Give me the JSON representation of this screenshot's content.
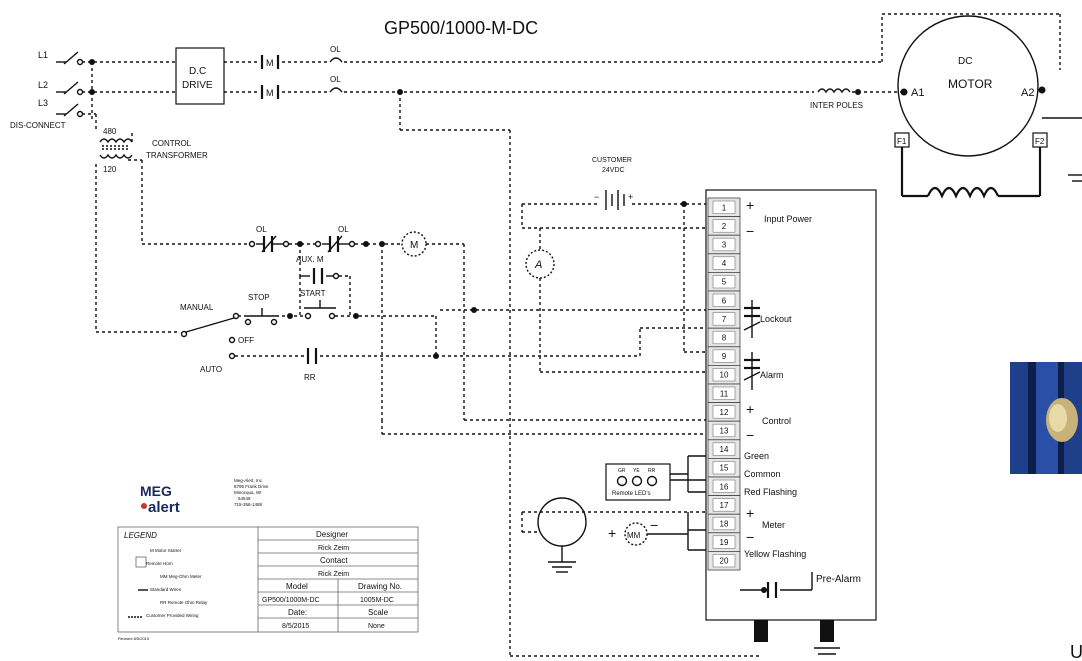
{
  "diagram": {
    "title": "GP500/1000-M-DC",
    "disconnect": {
      "lines": [
        "L1",
        "L2",
        "L3"
      ],
      "label": "DIS-CONNECT"
    },
    "drive": {
      "line1": "D.C",
      "line2": "DRIVE"
    },
    "contactor_label": "M",
    "overload_label": "OL",
    "motor": {
      "line1": "DC",
      "line2": "MOTOR",
      "terminal_a1": "A1",
      "terminal_a2": "A2",
      "field_f1": "F1",
      "field_f2": "F2"
    },
    "inter_poles": "INTER POLES",
    "transformer": {
      "primary": "480",
      "secondary": "120",
      "label1": "CONTROL",
      "label2": "TRANSFORMER"
    },
    "control_circuit": {
      "ol": "OL",
      "aux_m": "AUX. M",
      "start": "START",
      "stop": "STOP",
      "manual": "MANUAL",
      "off": "OFF",
      "auto": "AUTO",
      "rr": "RR",
      "motor_coil": "M",
      "ammeter": "A"
    },
    "customer_supply": {
      "line1": "CUSTOMER",
      "line2": "24VDC"
    },
    "terminals": [
      {
        "num": "1"
      },
      {
        "num": "2"
      },
      {
        "num": "3"
      },
      {
        "num": "4"
      },
      {
        "num": "5"
      },
      {
        "num": "6"
      },
      {
        "num": "7"
      },
      {
        "num": "8"
      },
      {
        "num": "9"
      },
      {
        "num": "10"
      },
      {
        "num": "11"
      },
      {
        "num": "12"
      },
      {
        "num": "13"
      },
      {
        "num": "14"
      },
      {
        "num": "15"
      },
      {
        "num": "16"
      },
      {
        "num": "17"
      },
      {
        "num": "18"
      },
      {
        "num": "19"
      },
      {
        "num": "20"
      }
    ],
    "terminal_labels": {
      "input_power": "Input Power",
      "lockout": "Lockout",
      "alarm": "Alarm",
      "control": "Control",
      "green": "Green",
      "common": "Common",
      "red_flashing": "Red Flashing",
      "meter": "Meter",
      "yellow_flashing": "Yellow Flashing",
      "pre_alarm": "Pre-Alarm"
    },
    "remote_leds": {
      "label": "Remote LED's",
      "led1": "GR",
      "led2": "YE",
      "led3": "RR"
    },
    "meter_symbol": "MM",
    "plus": "+",
    "minus": "−"
  },
  "branding": {
    "logo_top": "MEG",
    "logo_bottom": "alert",
    "address": [
      "Meg-Alert, Inc.",
      "8795 Frank Drive",
      "Minocqua, WI",
      "54548",
      "715-356-1488"
    ]
  },
  "legend": {
    "title": "LEGEND",
    "items": [
      "M  Motor Starter",
      "Remote Horn",
      "MM  Meg-Ohm Meter",
      "Standard Wires",
      "RR  Remote Ohm Relay",
      "Customer Provided Wiring"
    ]
  },
  "title_block": {
    "designer_label": "Designer",
    "designer": "Rick Zeim",
    "contact_label": "Contact",
    "contact": "Rick Zeim",
    "model_label": "Model",
    "model": "GP500/1000M-DC",
    "drawing_label": "Drawing No.",
    "drawing": "1005M-DC",
    "date_label": "Date:",
    "date": "8/5/2015",
    "scale_label": "Scale",
    "scale": "None",
    "revision": "Revised 8/5/2015"
  }
}
